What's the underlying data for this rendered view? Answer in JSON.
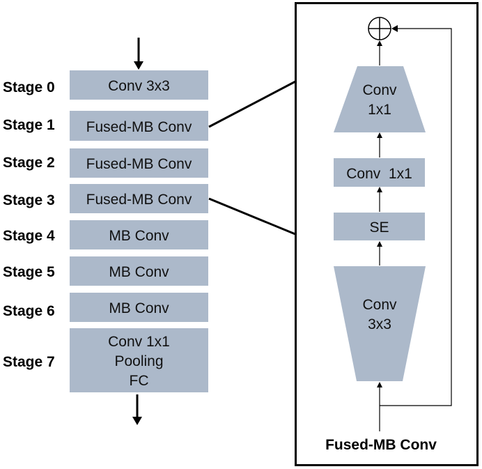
{
  "colors": {
    "box_fill": "#acb9ca",
    "line": "#000000",
    "background": "#ffffff"
  },
  "stages": [
    {
      "label": "Stage 0",
      "lines": [
        "Conv 3x3"
      ]
    },
    {
      "label": "Stage 1",
      "lines": [
        "Fused-MB Conv"
      ]
    },
    {
      "label": "Stage 2",
      "lines": [
        "Fused-MB Conv"
      ]
    },
    {
      "label": "Stage 3",
      "lines": [
        "Fused-MB Conv"
      ]
    },
    {
      "label": "Stage 4",
      "lines": [
        "MB Conv"
      ]
    },
    {
      "label": "Stage 5",
      "lines": [
        "MB Conv"
      ]
    },
    {
      "label": "Stage 6",
      "lines": [
        "MB Conv"
      ]
    },
    {
      "label": "Stage 7",
      "lines": [
        "Conv 1x1",
        "Pooling",
        "FC"
      ]
    }
  ],
  "detail": {
    "title": "Fused-MB Conv",
    "blocks": [
      {
        "name": "conv-1x1-expand",
        "lines": [
          "Conv",
          "1x1"
        ]
      },
      {
        "name": "conv-1x1",
        "lines": [
          "Conv  1x1"
        ]
      },
      {
        "name": "se",
        "lines": [
          "SE"
        ]
      },
      {
        "name": "conv-3x3",
        "lines": [
          "Conv",
          "3x3"
        ]
      }
    ],
    "add_symbol": "add-circle-icon"
  }
}
